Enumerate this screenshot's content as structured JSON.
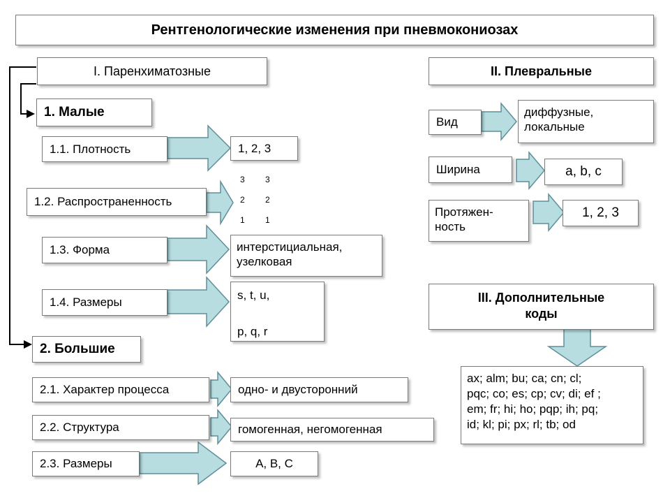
{
  "title": "Рентгенологические изменения при пневмокониозах",
  "parenchymal": {
    "header": "I. Паренхиматозные",
    "small": {
      "header": "1. Малые",
      "density": {
        "label": "1.1. Плотность",
        "value": "1, 2, 3"
      },
      "prevalence": {
        "label": "1.2. Распространенность",
        "grid": [
          [
            "3",
            "3"
          ],
          [
            "2",
            "2"
          ],
          [
            "1",
            "1"
          ]
        ]
      },
      "shape": {
        "label": "1.3. Форма",
        "value_lines": [
          "интерстициальная,",
          "узелковая"
        ]
      },
      "sizes": {
        "label": "1.4. Размеры",
        "row1": "s,   t,   u,",
        "row2": "p,   q,   r"
      }
    },
    "large": {
      "header": "2. Большие",
      "process": {
        "label": "2.1. Характер процесса",
        "value": "одно- и двусторонний"
      },
      "structure": {
        "label": "2.2. Структура",
        "value": "гомогенная, негомогенная"
      },
      "sizes": {
        "label": "2.3. Размеры",
        "value": "A,  B,  C"
      }
    }
  },
  "pleural": {
    "header": "II. Плевральные",
    "type": {
      "label": "Вид",
      "value_lines": [
        "диффузные,",
        "локальные"
      ]
    },
    "width": {
      "label": "Ширина",
      "value": "a,  b,  c"
    },
    "extent": {
      "label_lines": [
        "Протяжен-",
        "ность"
      ],
      "value": "1, 2, 3"
    }
  },
  "additional": {
    "header_lines": [
      "III. Дополнительные",
      "коды"
    ],
    "code_lines": [
      "ax; alm; bu; ca; cn; cl;",
      "pqc; co; es; cp; cv; di; ef ;",
      "em; fr; hi; ho; pqp; ih; pq;",
      "id; kl; pi; px; rl; tb; od"
    ]
  },
  "colors": {
    "arrow_fill": "#b7dde0",
    "arrow_stroke": "#5f8f99",
    "border": "#7a7a7a"
  }
}
